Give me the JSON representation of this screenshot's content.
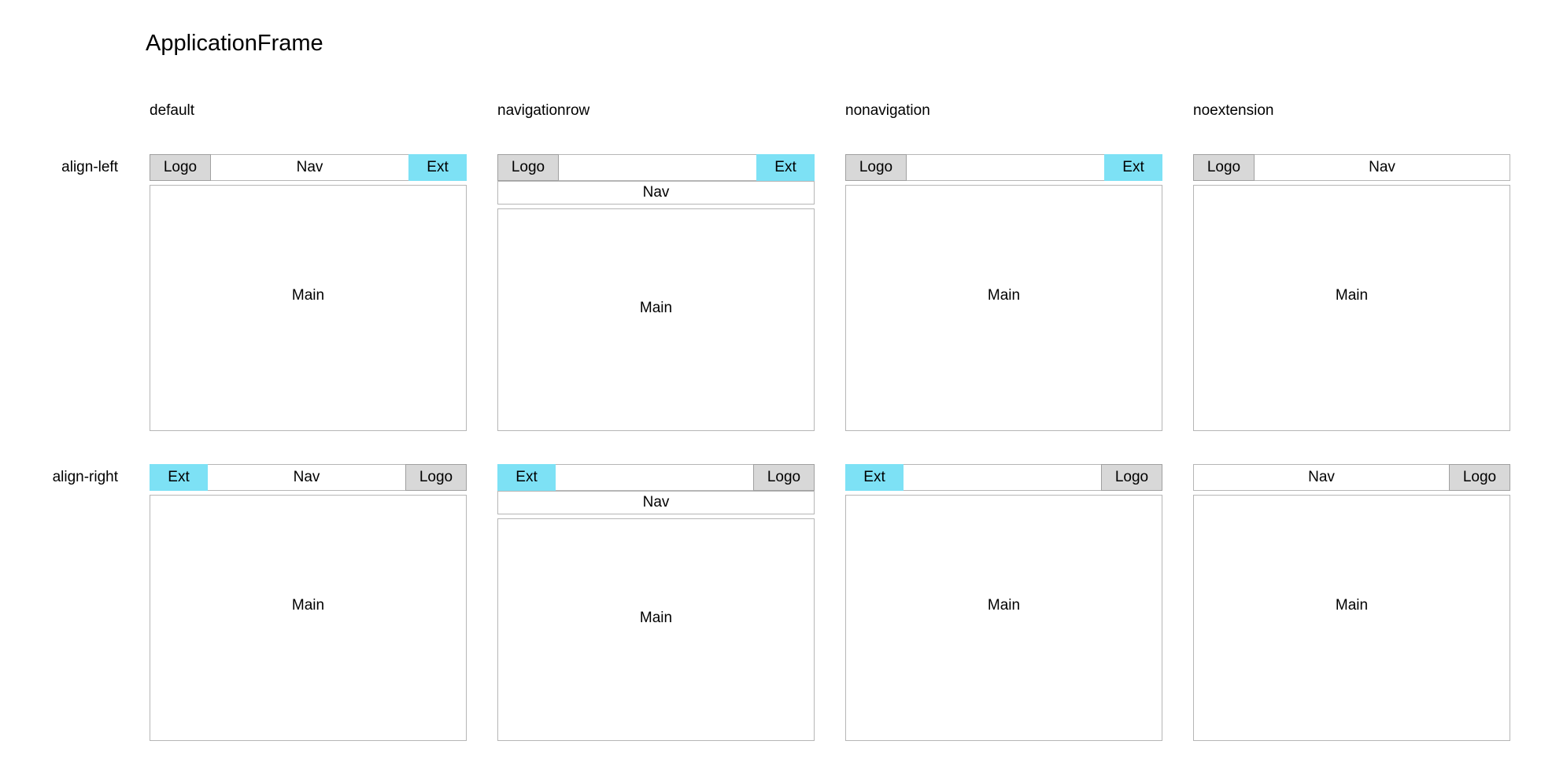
{
  "page_title": "ApplicationFrame",
  "columns": [
    {
      "label": "default"
    },
    {
      "label": "navigationrow"
    },
    {
      "label": "nonavigation"
    },
    {
      "label": "noextension"
    }
  ],
  "rows": [
    {
      "label": "align-left"
    },
    {
      "label": "align-right"
    }
  ],
  "labels": {
    "logo": "Logo",
    "nav": "Nav",
    "ext": "Ext",
    "main": "Main"
  },
  "colors": {
    "ext_bg": "#7de1f5",
    "logo_bg": "#d8d8d8",
    "logo_border": "#a0a0a0",
    "box_border": "#b6b6b6",
    "text": "#000000",
    "background": "#ffffff"
  }
}
